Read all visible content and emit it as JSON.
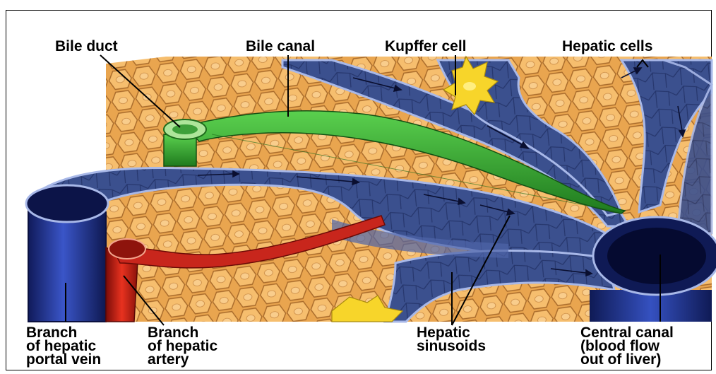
{
  "labels": {
    "bile_duct": "Bile duct",
    "bile_canal": "Bile canal",
    "kupffer_cell": "Kupffer cell",
    "hepatic_cells": "Hepatic cells",
    "portal_vein": "Branch\nof hepatic\nportal vein",
    "hepatic_artery": "Branch\nof hepatic\nartery",
    "sinusoids": "Hepatic\nsinusoids",
    "central_canal": "Central canal\n(blood flow\nout of liver)"
  },
  "colors": {
    "hepatocyte": "#f4b866",
    "hepatocyte_edge": "#b5762e",
    "sinusoid_blue": "#3a4f8c",
    "vessel_dark": "#1c2a6e",
    "bile_green": "#2e9a2a",
    "artery_red": "#c8261c",
    "kupffer_yellow": "#f7d52a"
  }
}
